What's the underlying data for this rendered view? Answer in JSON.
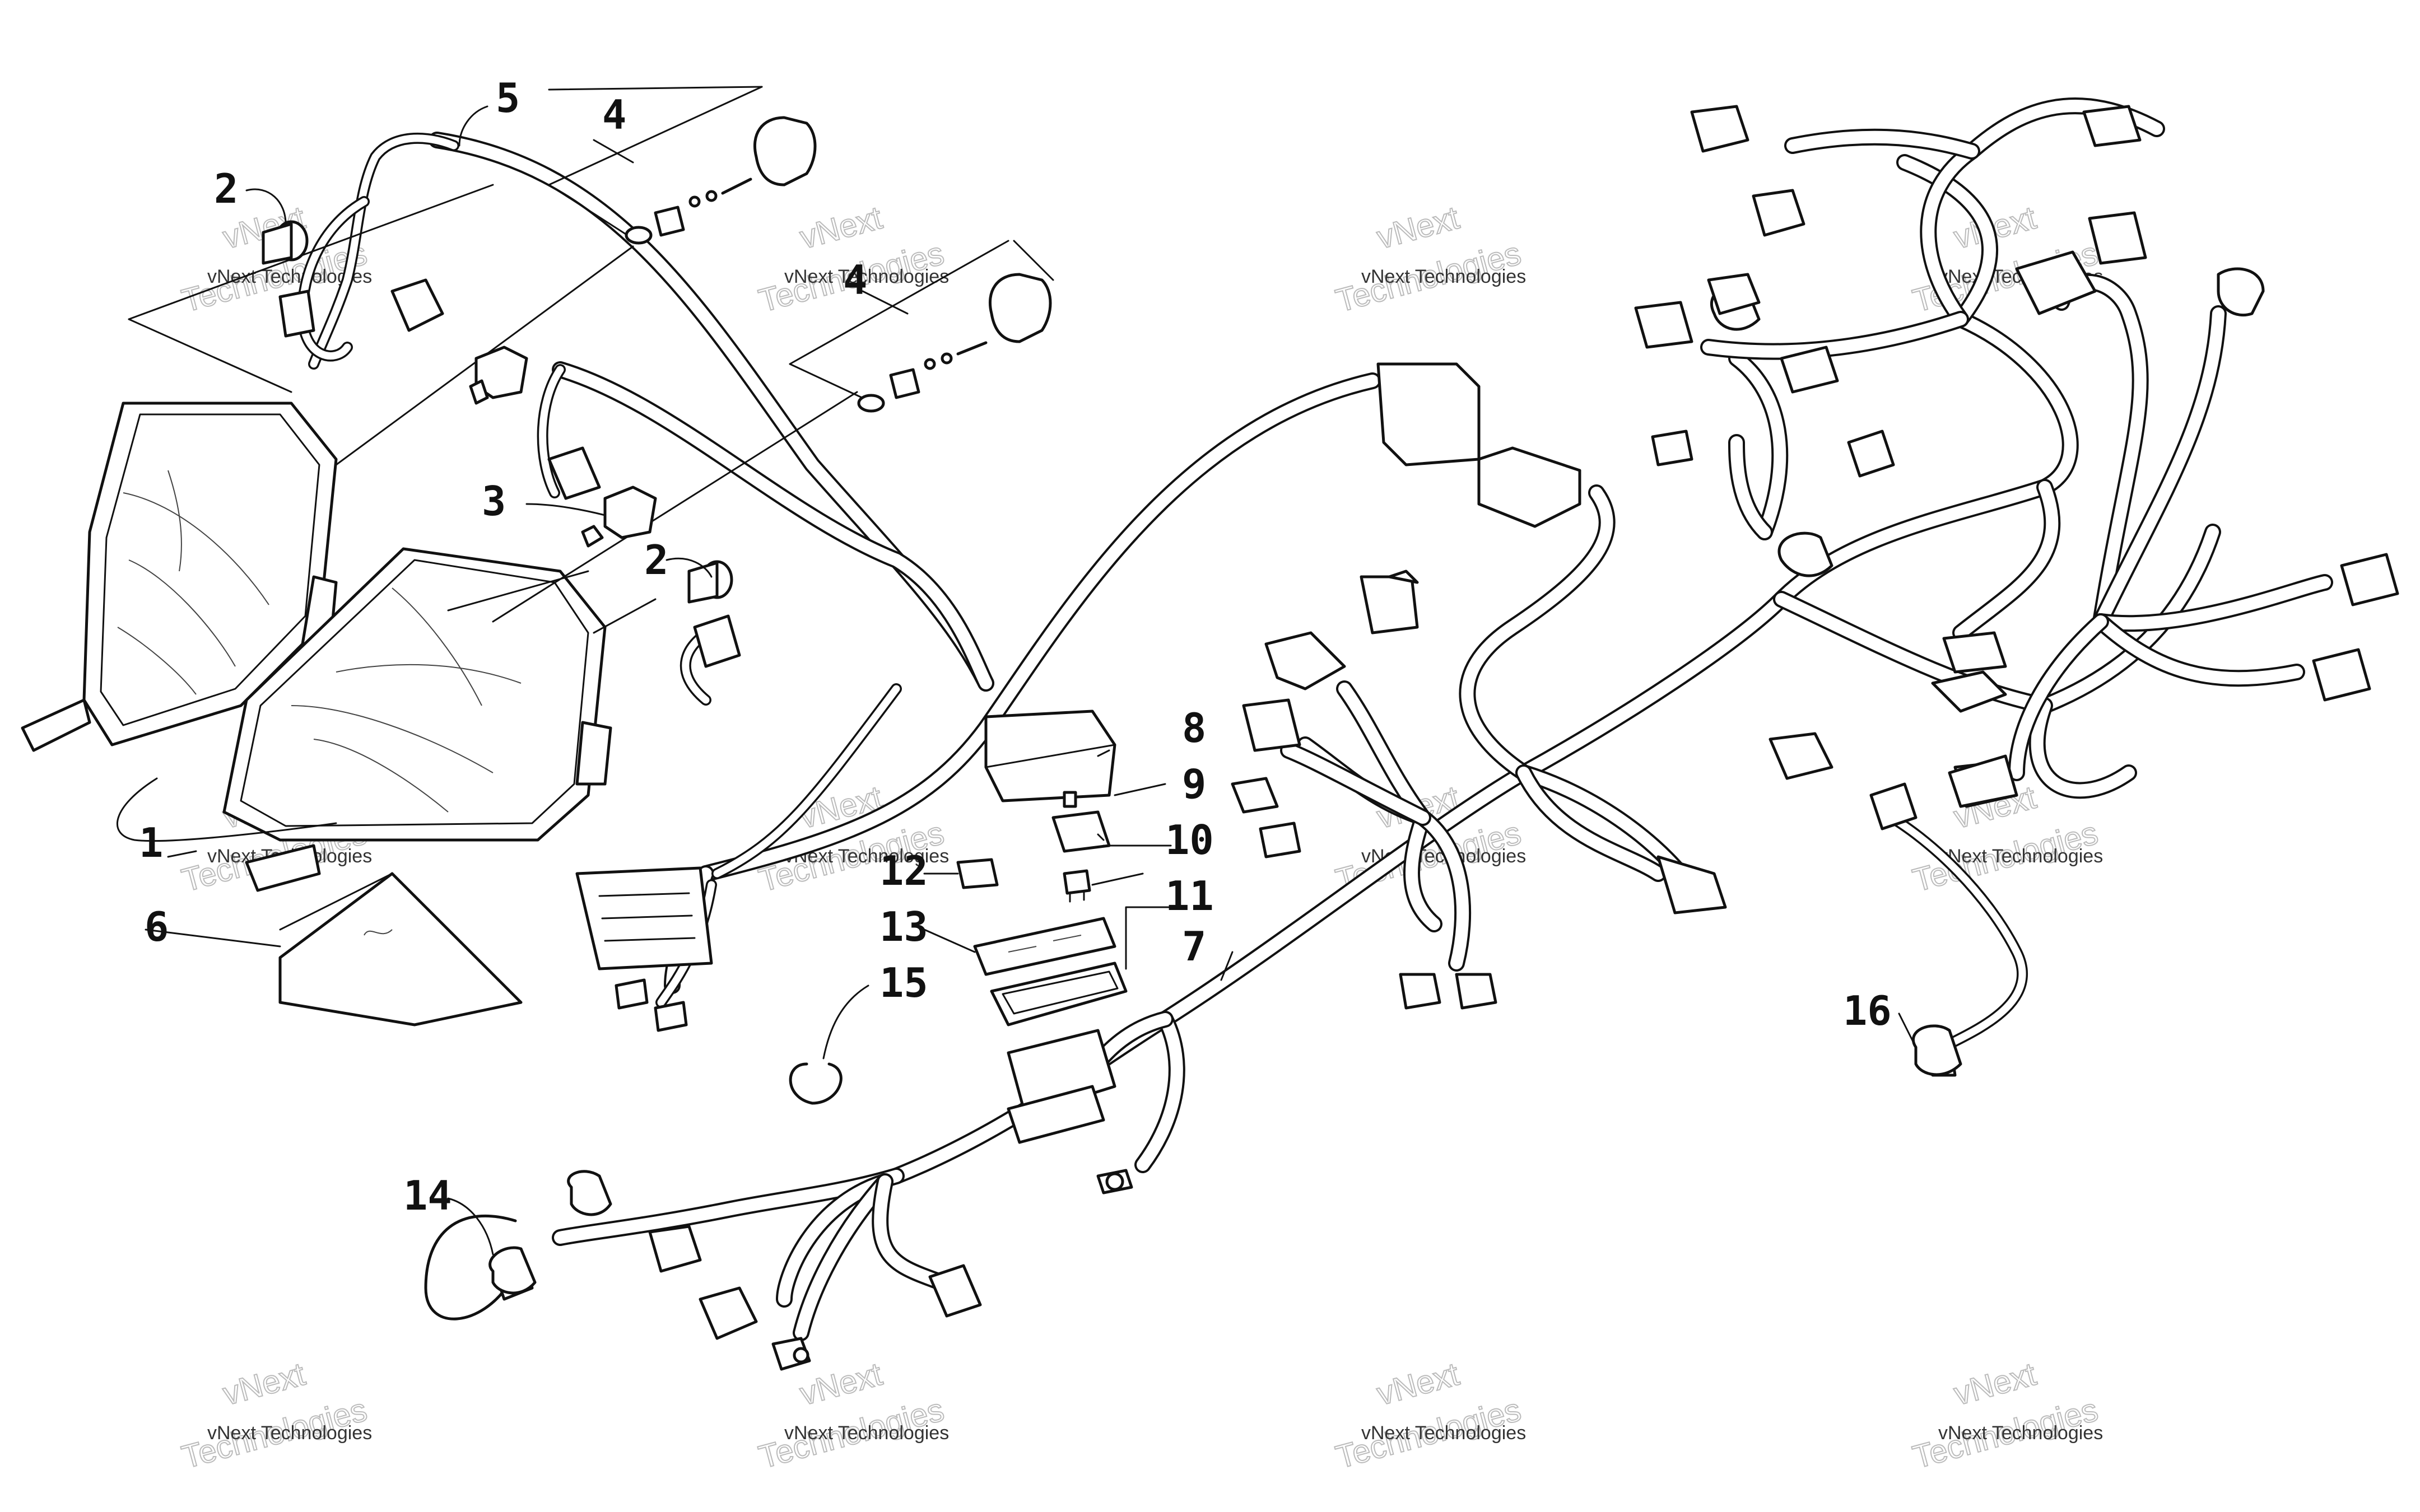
{
  "watermark": {
    "line1": "vNext Technologies",
    "line2": "vNext",
    "line3": "Technologies"
  },
  "callouts": [
    "1",
    "2",
    "2",
    "3",
    "4",
    "4",
    "5",
    "6",
    "7",
    "8",
    "9",
    "10",
    "11",
    "12",
    "13",
    "14",
    "15",
    "16"
  ],
  "colors": {
    "line": "#111111",
    "background": "#ffffff",
    "watermark": "#bbbbbb"
  }
}
